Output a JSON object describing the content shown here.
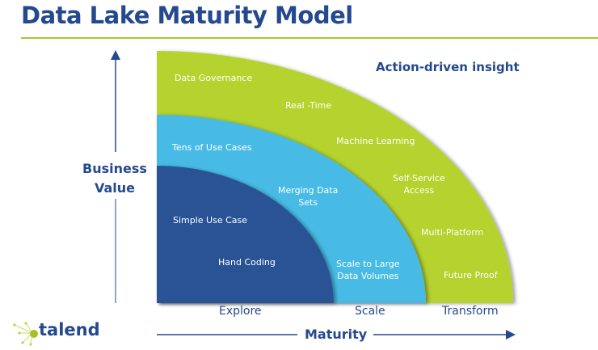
{
  "title": "Data Lake Maturity Model",
  "corner_heading": "Action-driven insight",
  "y_axis_label": [
    "Business",
    "Value"
  ],
  "x_axis_label": "Maturity",
  "stages": [
    {
      "name": "Explore",
      "color": "#2c5396",
      "items": [
        "Simple Use Case",
        "Hand Coding"
      ]
    },
    {
      "name": "Scale",
      "color": "#46bbe5",
      "items": [
        "Tens of Use Cases",
        "Merging Data Sets",
        "Scale to Large Data Volumes"
      ]
    },
    {
      "name": "Transform",
      "color": "#b5d22e",
      "items": [
        "Data Governance",
        "Real -Time",
        "Machine Learning",
        "Self-Service Access",
        "Multi-Platform",
        "Future Proof"
      ]
    }
  ],
  "labels": {
    "simple_use_case": "Simple Use Case",
    "hand_coding": "Hand Coding",
    "tens_of_use_cases": "Tens of Use Cases",
    "merging_1": "Merging Data",
    "merging_2": "Sets",
    "scale_1": "Scale to Large",
    "scale_2": "Data Volumes",
    "data_governance": "Data Governance",
    "real_time": "Real -Time",
    "machine_learning": "Machine Learning",
    "self_service_1": "Self-Service",
    "self_service_2": "Access",
    "multi_platform": "Multi-Platform",
    "future_proof": "Future Proof"
  },
  "logo_text": "talend",
  "colors": {
    "brand_blue": "#24498f",
    "accent_green": "#a8c92a"
  }
}
